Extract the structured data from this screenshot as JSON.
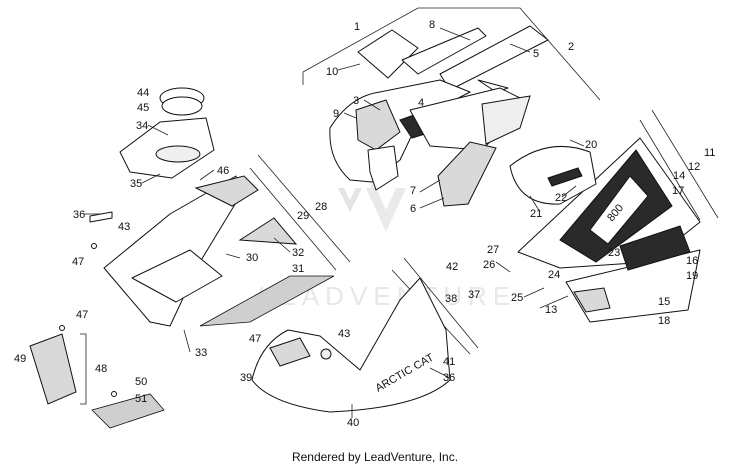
{
  "diagram": {
    "credit": "Rendered by LeadVenture, Inc.",
    "watermark": "LEADVENTURE",
    "callouts": [
      "1",
      "2",
      "3",
      "4",
      "5",
      "6",
      "7",
      "8",
      "9",
      "10",
      "11",
      "12",
      "13",
      "14",
      "15",
      "16",
      "17",
      "18",
      "19",
      "20",
      "21",
      "22",
      "23",
      "24",
      "25",
      "26",
      "27",
      "28",
      "29",
      "30",
      "31",
      "32",
      "33",
      "34",
      "35",
      "36",
      "36",
      "37",
      "38",
      "39",
      "40",
      "41",
      "42",
      "43",
      "43",
      "44",
      "45",
      "46",
      "47",
      "47",
      "47",
      "48",
      "49",
      "50",
      "51"
    ],
    "decal_text": {
      "brand": "ARCTIC CAT",
      "model": "800"
    }
  }
}
